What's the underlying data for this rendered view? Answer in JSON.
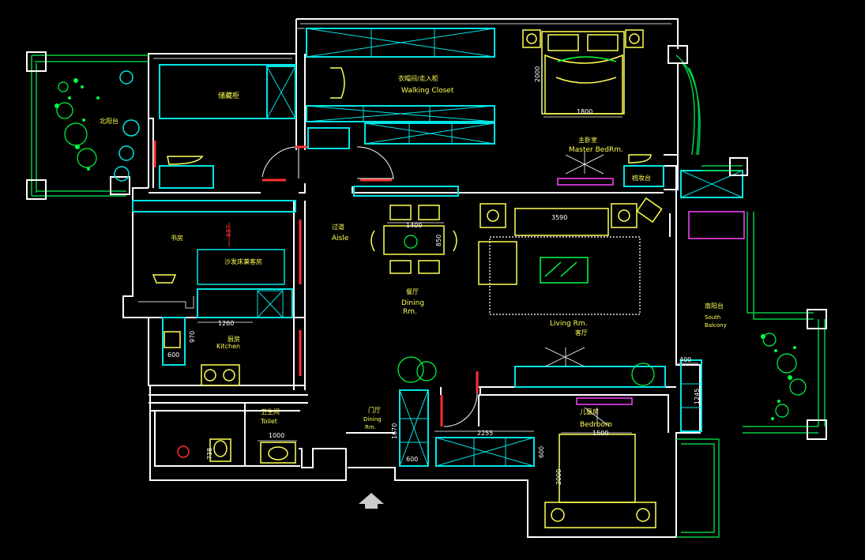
{
  "colors": {
    "background": "#000000",
    "wall": "#ffffff",
    "cabinet": "#00e5e5",
    "furniture": "#ffff55",
    "label": "#ffff55",
    "plant": "#00ff44",
    "balcony": "#00cc44",
    "accent_red": "#ff3030",
    "accent_magenta": "#ff44ff",
    "dim_text": "#ffffff"
  },
  "rooms": {
    "walking_closet_cn": "衣帽间/走入柜",
    "walking_closet": "Walking Closet",
    "master_bedroom_cn": "主卧室",
    "master_bedroom": "Master BedRm.",
    "aisle_cn": "过道",
    "aisle": "Aisle",
    "dining_cn": "餐厅",
    "dining": "Dining",
    "dining_rm": "Rm.",
    "living": "Living Rm.",
    "living_cn": "客厅",
    "kitchen_cn": "厨房",
    "kitchen": "Kitchen",
    "toilet_cn": "卫生间",
    "toilet": "Toilet",
    "bedroom_cn": "儿童房",
    "bedroom": "Bedroom",
    "south_balcony_cn": "南阳台",
    "south_balcony_1": "South",
    "south_balcony_2": "Balcony",
    "foyer_cn": "门厅",
    "foyer_1": "Dining",
    "foyer_2": "Rm.",
    "study_cn": "书房",
    "north_cn": "北阳台",
    "cabinet_cn": "储藏柜",
    "sofa_bed_cn": "沙发床兼客房",
    "dresser_cn": "梳妆台"
  },
  "dimensions": {
    "bed_width": "1800",
    "bed_length": "2000",
    "dining_table": "1400",
    "dining_depth": "850",
    "sofa": "3590",
    "study_depth": "887",
    "kitchen_counter": "1260",
    "kitchen_depth": "970",
    "sink": "600",
    "toilet_width": "1000",
    "toilet_depth": "738",
    "shoe_cabinet": "1670",
    "shoe_depth": "600",
    "wardrobe": "2255",
    "wardrobe_depth": "600",
    "second_bed_width": "1500",
    "second_bed_length": "2000",
    "balcony_width": "400",
    "balcony_depth": "1245"
  }
}
